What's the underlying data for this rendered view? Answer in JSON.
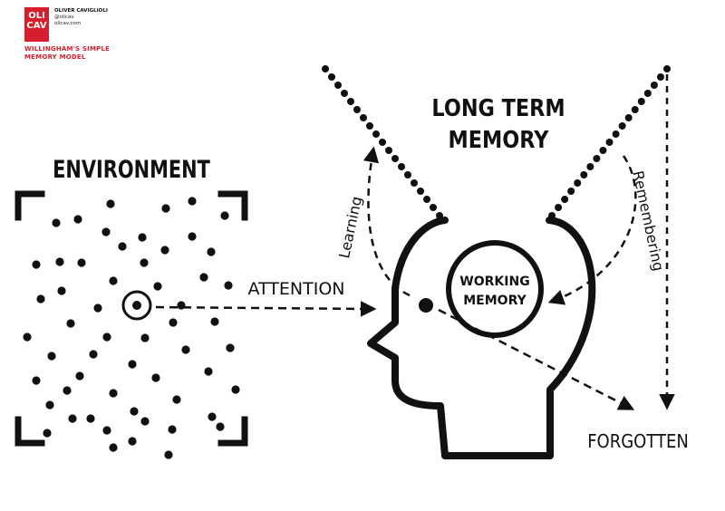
{
  "branding": {
    "logo_line1": "OLI",
    "logo_line2": "CAV",
    "author_name": "OLIVER CAVIGLIOLI",
    "author_handle": "@olicav",
    "author_site": "olicav.com",
    "subtitle_line1": "WILLINGHAM'S SIMPLE",
    "subtitle_line2": "MEMORY MODEL",
    "accent_color": "#d81e2c"
  },
  "labels": {
    "environment": "ENVIRONMENT",
    "attention": "ATTENTION",
    "long_term_line1": "LONG TERM",
    "long_term_line2": "MEMORY",
    "working_line1": "WORKING",
    "working_line2": "MEMORY",
    "learning": "Learning",
    "remembering": "Remembering",
    "forgotten": "FORGOTTEN"
  }
}
